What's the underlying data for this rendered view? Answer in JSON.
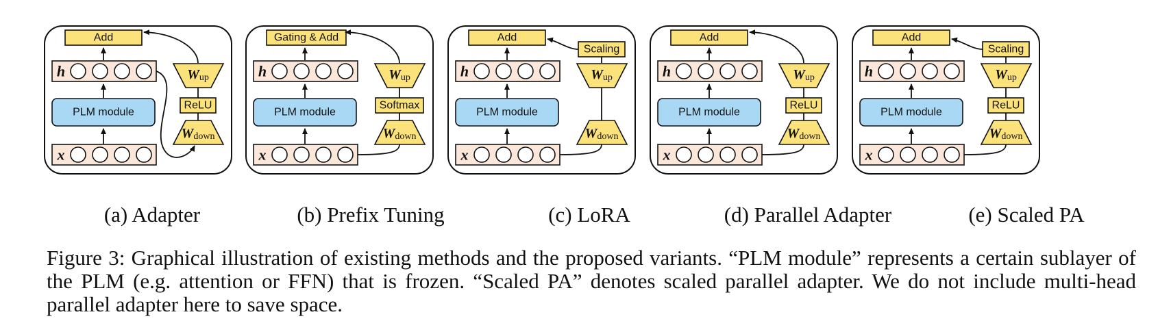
{
  "diagram": {
    "panels": [
      {
        "id": "adapter",
        "caption": "(a) Adapter",
        "top_box": "Add",
        "mid_box": "ReLU",
        "scaling_box": "",
        "plm_label": "PLM module"
      },
      {
        "id": "prefix",
        "caption": "(b) Prefix Tuning",
        "top_box": "Gating & Add",
        "mid_box": "Softmax",
        "scaling_box": "",
        "plm_label": "PLM module"
      },
      {
        "id": "lora",
        "caption": "(c) LoRA",
        "top_box": "Add",
        "mid_box": "",
        "scaling_box": "Scaling",
        "plm_label": "PLM module"
      },
      {
        "id": "parallel",
        "caption": "(d) Parallel Adapter",
        "top_box": "Add",
        "mid_box": "ReLU",
        "scaling_box": "",
        "plm_label": "PLM module"
      },
      {
        "id": "scaled",
        "caption": "(e) Scaled PA",
        "top_box": "Add",
        "mid_box": "ReLU",
        "scaling_box": "Scaling",
        "plm_label": "PLM module"
      }
    ],
    "h_symbol": "h",
    "x_symbol": "x",
    "w_up": {
      "base": "W",
      "sub": "up"
    },
    "w_down": {
      "base": "W",
      "sub": "down"
    },
    "colors": {
      "yellow": "#fbe27a",
      "blue": "#a9d8f5",
      "peach": "#fbe7da",
      "stroke": "#111111"
    }
  },
  "caption": "Figure 3: Graphical illustration of existing methods and the proposed variants. “PLM module” represents a certain sublayer of the PLM (e.g. attention or FFN) that is frozen. “Scaled PA” denotes scaled parallel adapter. We do not include multi-head parallel adapter here to save space."
}
